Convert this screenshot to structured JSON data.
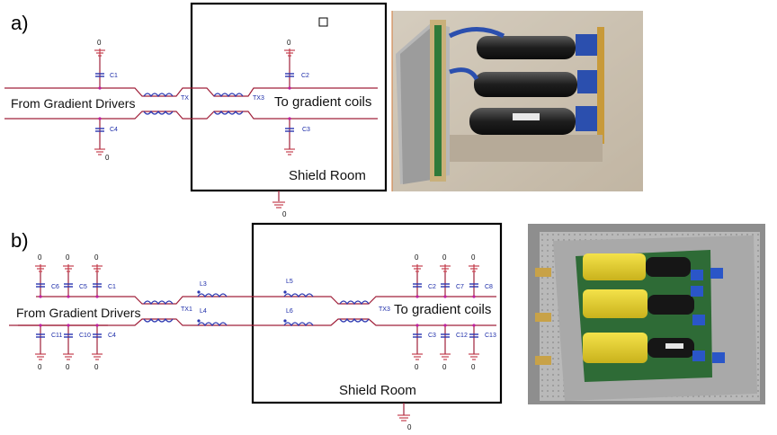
{
  "panel_a": {
    "label": "a)",
    "left_text": "From Gradient Drivers",
    "right_text": "To gradient coils",
    "room_text": "Shield Room",
    "ground_zero": "0",
    "caps": [
      "C1",
      "C4",
      "C2",
      "C3"
    ],
    "transformers": [
      "TX",
      "TX3"
    ]
  },
  "panel_b": {
    "label": "b)",
    "left_text": "From Gradient Drivers",
    "right_text": "To gradient coils",
    "room_text": "Shield Room",
    "ground_zero": "0",
    "caps_top_left": [
      "C6",
      "C5",
      "C1"
    ],
    "caps_bottom_left": [
      "C11",
      "C10",
      "C4"
    ],
    "caps_top_right": [
      "C2",
      "C7",
      "C8"
    ],
    "caps_bottom_right": [
      "C3",
      "C12",
      "C13"
    ],
    "inductors": [
      "L3",
      "L4",
      "L5",
      "L6"
    ],
    "transformers": [
      "TX1",
      "TX3"
    ]
  }
}
